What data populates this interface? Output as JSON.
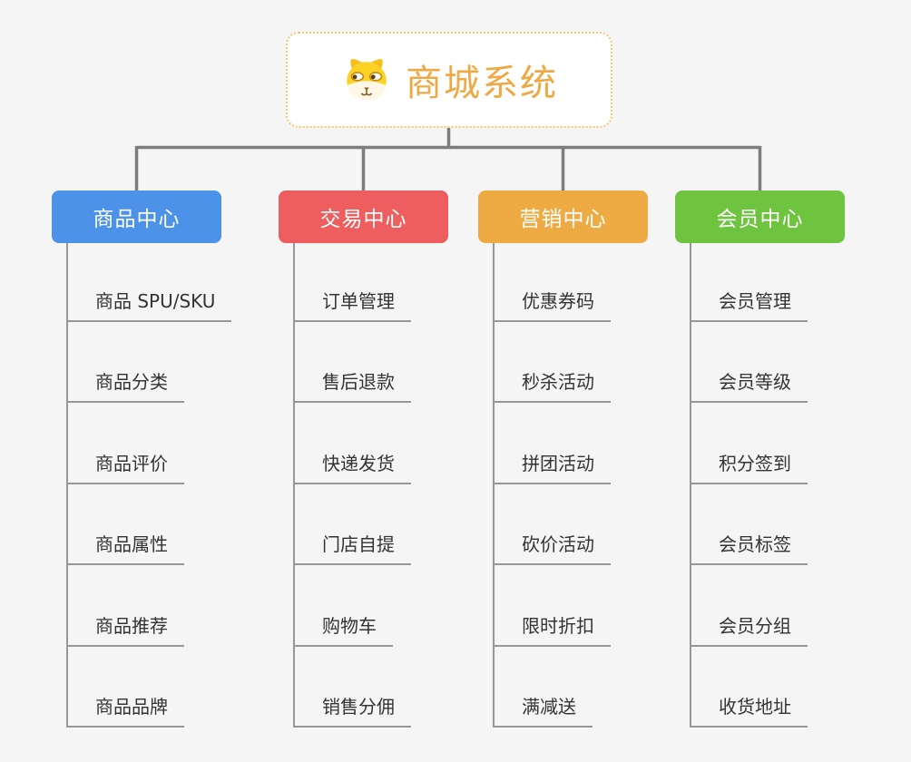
{
  "root": {
    "title": "商城系统",
    "icon": "dog-face-icon",
    "text_color": "#efa944",
    "border_color": "#f5c469",
    "background": "#ffffff"
  },
  "branches": [
    {
      "label": "商品中心",
      "color": "#4b92e8",
      "items": [
        "商品 SPU/SKU",
        "商品分类",
        "商品评价",
        "商品属性",
        "商品推荐",
        "商品品牌"
      ]
    },
    {
      "label": "交易中心",
      "color": "#ee5e5e",
      "items": [
        "订单管理",
        "售后退款",
        "快递发货",
        "门店自提",
        "购物车",
        "销售分佣"
      ]
    },
    {
      "label": "营销中心",
      "color": "#eeab43",
      "items": [
        "优惠券码",
        "秒杀活动",
        "拼团活动",
        "砍价活动",
        "限时折扣",
        "满减送"
      ]
    },
    {
      "label": "会员中心",
      "color": "#6ec43f",
      "items": [
        "会员管理",
        "会员等级",
        "积分签到",
        "会员标签",
        "会员分组",
        "收货地址"
      ]
    }
  ],
  "colors": {
    "background": "#f5f5f5",
    "connector": "#7d7d7d",
    "leaf_line": "#979797",
    "leaf_text": "#333333",
    "branch_text": "#ffffff"
  }
}
